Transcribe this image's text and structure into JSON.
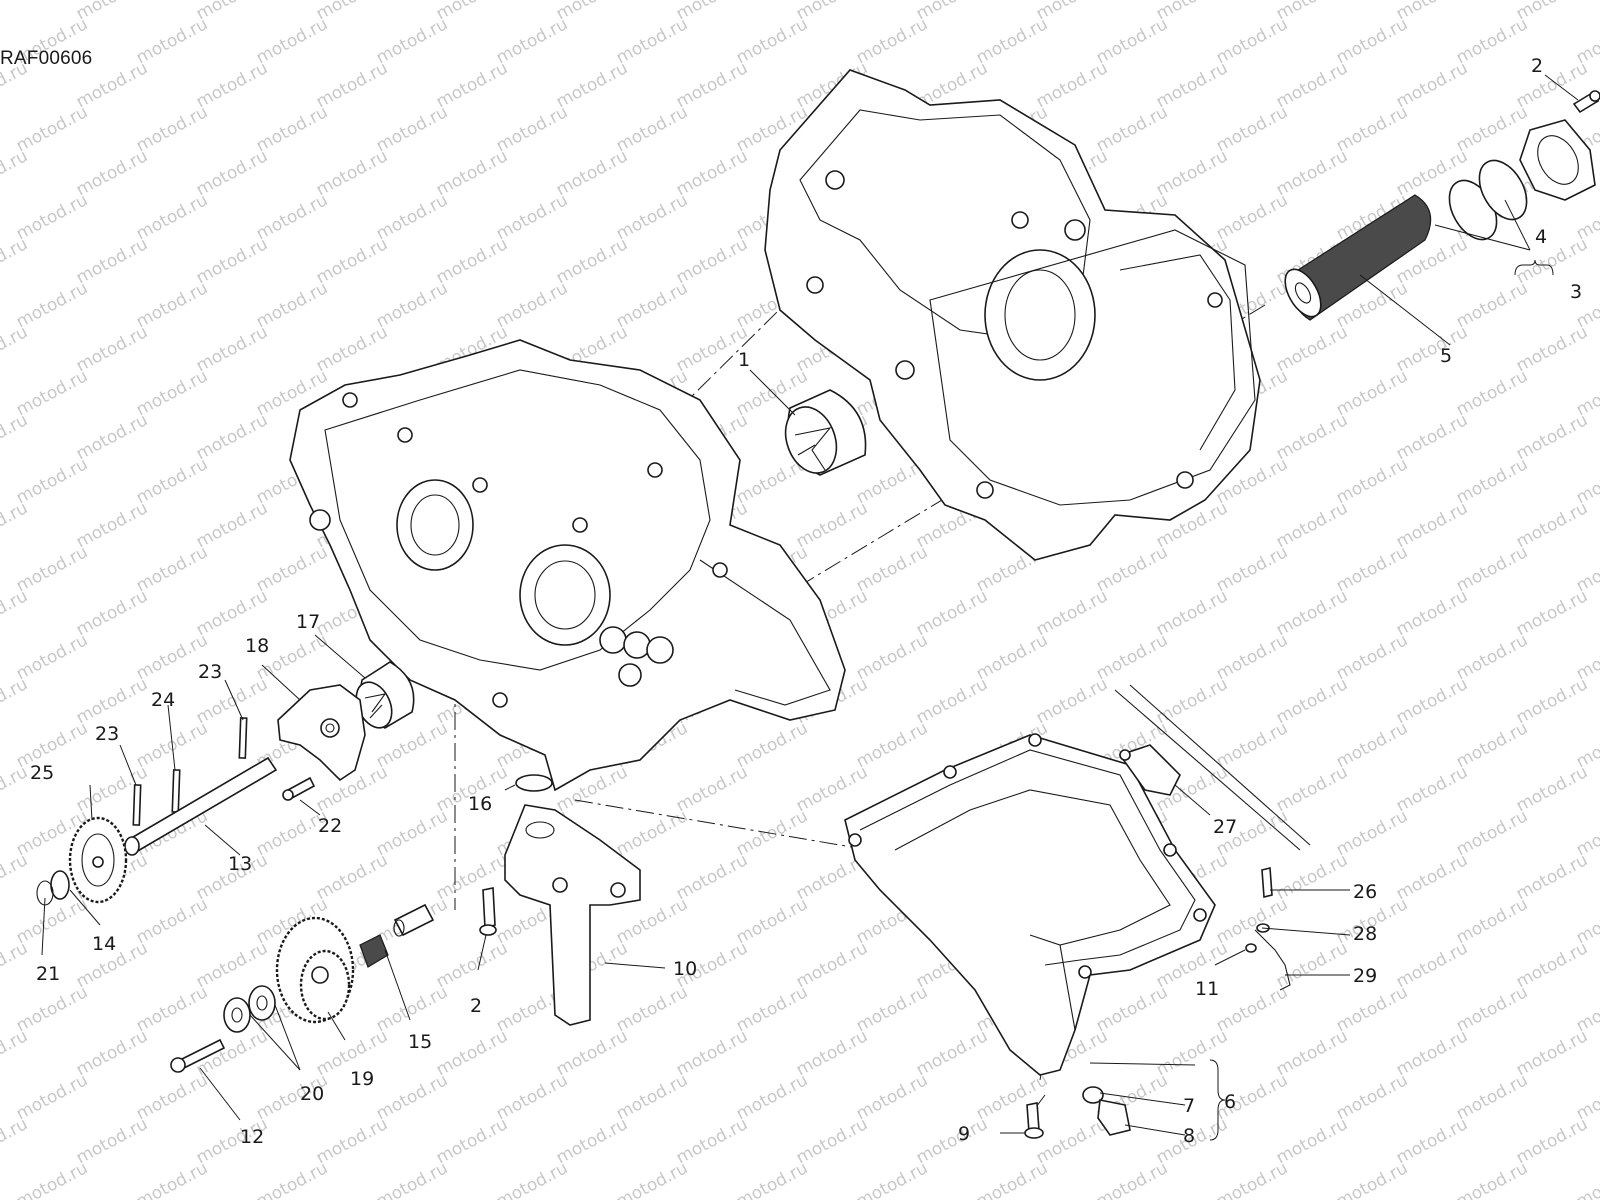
{
  "diagram": {
    "reference_code": "RAF00606",
    "watermark_text": "motod.ru",
    "colors": {
      "line": "#1a1a1a",
      "watermark": "#c8c8c8",
      "filter_element": "#4a4a4a",
      "background": "#ffffff"
    },
    "callouts": [
      {
        "id": "c1",
        "label": "1"
      },
      {
        "id": "c2a",
        "label": "2"
      },
      {
        "id": "c2b",
        "label": "2"
      },
      {
        "id": "c3",
        "label": "3"
      },
      {
        "id": "c4",
        "label": "4"
      },
      {
        "id": "c5",
        "label": "5"
      },
      {
        "id": "c6",
        "label": "6"
      },
      {
        "id": "c7",
        "label": "7"
      },
      {
        "id": "c8",
        "label": "8"
      },
      {
        "id": "c9",
        "label": "9"
      },
      {
        "id": "c10",
        "label": "10"
      },
      {
        "id": "c11",
        "label": "11"
      },
      {
        "id": "c12",
        "label": "12"
      },
      {
        "id": "c13",
        "label": "13"
      },
      {
        "id": "c14",
        "label": "14"
      },
      {
        "id": "c15",
        "label": "15"
      },
      {
        "id": "c16",
        "label": "16"
      },
      {
        "id": "c17",
        "label": "17"
      },
      {
        "id": "c18",
        "label": "18"
      },
      {
        "id": "c19",
        "label": "19"
      },
      {
        "id": "c20",
        "label": "20"
      },
      {
        "id": "c21",
        "label": "21"
      },
      {
        "id": "c22",
        "label": "22"
      },
      {
        "id": "c23a",
        "label": "23"
      },
      {
        "id": "c23b",
        "label": "23"
      },
      {
        "id": "c24",
        "label": "24"
      },
      {
        "id": "c25",
        "label": "25"
      },
      {
        "id": "c26",
        "label": "26"
      },
      {
        "id": "c27",
        "label": "27"
      },
      {
        "id": "c28",
        "label": "28"
      },
      {
        "id": "c29",
        "label": "29"
      }
    ]
  }
}
